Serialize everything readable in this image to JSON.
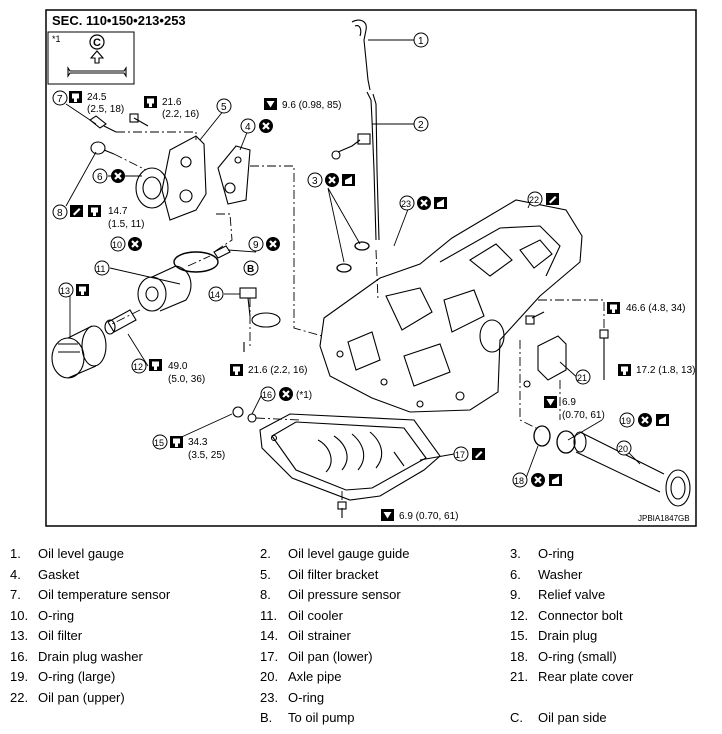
{
  "section": "SEC. 110•150•213•253",
  "image_code": "JPBIA1847GB",
  "inset": {
    "note": "*1",
    "letter": "C"
  },
  "callouts": {
    "n1": "1",
    "n2": "2",
    "n3": "3",
    "n4": "4",
    "n5": "5",
    "n6": "6",
    "n7": "7",
    "n8": "8",
    "n9": "9",
    "n10": "10",
    "n11": "11",
    "n12": "12",
    "n13": "13",
    "n14": "14",
    "n15": "15",
    "n16": "16",
    "n17": "17",
    "n18": "18",
    "n19": "19",
    "n20": "20",
    "n21": "21",
    "n22": "22",
    "n23": "23",
    "nB": "B"
  },
  "torques": {
    "t7_a": "24.5",
    "t7_b": "(2.5, 18)",
    "t5_a": "21.6",
    "t5_b": "(2.2, 16)",
    "t2": "9.6 (0.98, 85)",
    "t8_a": "14.7",
    "t8_b": "(1.5, 11)",
    "t12_a": "49.0",
    "t12_b": "(5.0, 36)",
    "t14": "21.6 (2.2, 16)",
    "t16_note": "(*1)",
    "t15_a": "34.3",
    "t15_b": "(3.5, 25)",
    "t22": "46.6 (4.8, 34)",
    "t21": "17.2 (1.8, 13)",
    "t19_a": "6.9",
    "t19_b": "(0.70, 61)",
    "t17": "6.9 (0.70, 61)"
  },
  "legend": [
    {
      "num": "1.",
      "label": "Oil level gauge"
    },
    {
      "num": "2.",
      "label": "Oil level gauge guide"
    },
    {
      "num": "3.",
      "label": "O-ring"
    },
    {
      "num": "4.",
      "label": "Gasket"
    },
    {
      "num": "5.",
      "label": "Oil filter bracket"
    },
    {
      "num": "6.",
      "label": "Washer"
    },
    {
      "num": "7.",
      "label": "Oil temperature sensor"
    },
    {
      "num": "8.",
      "label": "Oil pressure sensor"
    },
    {
      "num": "9.",
      "label": "Relief valve"
    },
    {
      "num": "10.",
      "label": "O-ring"
    },
    {
      "num": "11.",
      "label": "Oil cooler"
    },
    {
      "num": "12.",
      "label": "Connector bolt"
    },
    {
      "num": "13.",
      "label": "Oil filter"
    },
    {
      "num": "14.",
      "label": "Oil strainer"
    },
    {
      "num": "15.",
      "label": "Drain plug"
    },
    {
      "num": "16.",
      "label": "Drain plug washer"
    },
    {
      "num": "17.",
      "label": "Oil pan (lower)"
    },
    {
      "num": "18.",
      "label": "O-ring (small)"
    },
    {
      "num": "19.",
      "label": "O-ring (large)"
    },
    {
      "num": "20.",
      "label": "Axle pipe"
    },
    {
      "num": "21.",
      "label": "Rear plate cover"
    },
    {
      "num": "22.",
      "label": "Oil pan (upper)"
    },
    {
      "num": "23.",
      "label": "O-ring"
    },
    {
      "num": "",
      "label": ""
    },
    {
      "num": "",
      "label": ""
    },
    {
      "num": "B.",
      "label": "To oil pump"
    },
    {
      "num": "C.",
      "label": "Oil pan side"
    }
  ]
}
